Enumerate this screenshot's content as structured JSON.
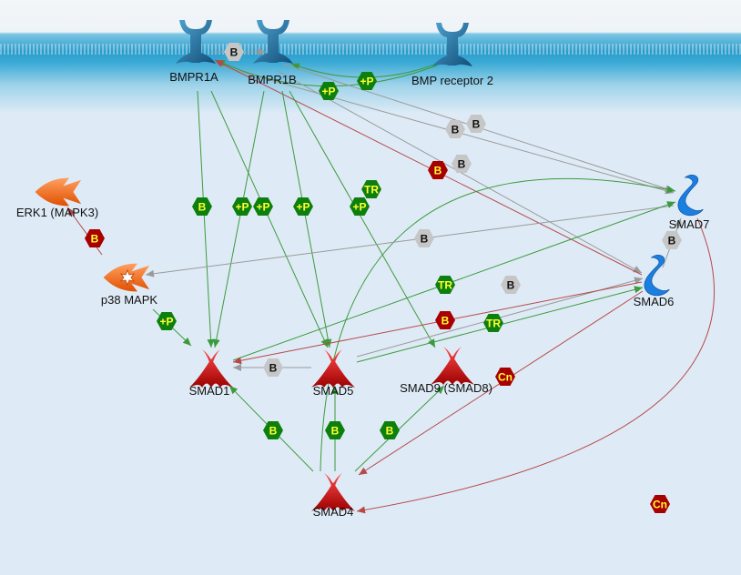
{
  "colors": {
    "background": "#deebf6",
    "membrane": "#3aa4cf",
    "activation": "#3c9a3c",
    "inhibition": "#b84848",
    "binding": "#9a9a9a",
    "badge_green": "#0d7f0d",
    "badge_red": "#a80000",
    "badge_gray": "#c6c6c6",
    "badge_text_yellow": "#ffff33",
    "receptor_blue": "#1f6e9e",
    "smad_red": "#c00000",
    "inhibitory_smad_blue": "#1a7fe0",
    "kinase_orange": "#f06a10"
  },
  "nodes": [
    {
      "id": "BMPR1A",
      "label": "BMPR1A",
      "kind": "receptor"
    },
    {
      "id": "BMPR1B",
      "label": "BMPR1B",
      "kind": "receptor"
    },
    {
      "id": "BMPR2",
      "label": "BMP receptor 2",
      "kind": "receptor"
    },
    {
      "id": "ERK1",
      "label": "ERK1 (MAPK3)",
      "kind": "kinase"
    },
    {
      "id": "P38",
      "label": "p38 MAPK",
      "kind": "kinase-active"
    },
    {
      "id": "SMAD1",
      "label": "SMAD1",
      "kind": "smad"
    },
    {
      "id": "SMAD5",
      "label": "SMAD5",
      "kind": "smad"
    },
    {
      "id": "SMAD9",
      "label": "SMAD9 (SMAD8)",
      "kind": "smad"
    },
    {
      "id": "SMAD4",
      "label": "SMAD4",
      "kind": "smad"
    },
    {
      "id": "SMAD7",
      "label": "SMAD7",
      "kind": "ismad"
    },
    {
      "id": "SMAD6",
      "label": "SMAD6",
      "kind": "ismad"
    }
  ],
  "edges": [
    {
      "from": "BMPR1A",
      "to": "BMPR1B",
      "label": "B",
      "effect": "binding"
    },
    {
      "from": "BMPR2",
      "to": "BMPR1B",
      "label": "+P",
      "effect": "activation"
    },
    {
      "from": "BMPR2",
      "to": "BMPR1A",
      "label": "+P",
      "effect": "activation"
    },
    {
      "from": "BMPR1B",
      "to": "SMAD7",
      "label": "B",
      "effect": "binding"
    },
    {
      "from": "BMPR1A",
      "to": "SMAD7",
      "label": "B",
      "effect": "binding"
    },
    {
      "from": "BMPR1B",
      "to": "SMAD6",
      "label": "B",
      "effect": "binding"
    },
    {
      "from": "SMAD6",
      "to": "BMPR1A",
      "label": "B",
      "effect": "inhibition"
    },
    {
      "from": "BMPR1A",
      "to": "SMAD1",
      "label": "B",
      "effect": "activation"
    },
    {
      "from": "BMPR1B",
      "to": "SMAD1",
      "label": "+P",
      "effect": "activation"
    },
    {
      "from": "BMPR1A",
      "to": "SMAD5",
      "label": "+P",
      "effect": "activation"
    },
    {
      "from": "BMPR1B",
      "to": "SMAD5",
      "label": "+P",
      "effect": "activation"
    },
    {
      "from": "BMPR1B",
      "to": "SMAD9",
      "label": "+P",
      "effect": "activation"
    },
    {
      "from": "SMAD4",
      "to": "SMAD7",
      "label": "TR",
      "effect": "activation"
    },
    {
      "from": "SMAD7",
      "to": "P38",
      "label": "B",
      "effect": "binding"
    },
    {
      "from": "P38",
      "to": "ERK1",
      "label": "B",
      "effect": "inhibition"
    },
    {
      "from": "P38",
      "to": "SMAD1",
      "label": "+P",
      "effect": "activation"
    },
    {
      "from": "SMAD1",
      "to": "SMAD7",
      "label": "TR",
      "effect": "activation"
    },
    {
      "from": "SMAD5",
      "to": "SMAD6",
      "label": "B",
      "effect": "binding"
    },
    {
      "from": "SMAD6",
      "to": "SMAD1",
      "label": "B",
      "effect": "inhibition"
    },
    {
      "from": "SMAD5",
      "to": "SMAD6",
      "label": "TR",
      "effect": "activation"
    },
    {
      "from": "SMAD5",
      "to": "SMAD1",
      "label": "B",
      "effect": "binding"
    },
    {
      "from": "SMAD6",
      "to": "SMAD4",
      "label": "Cn",
      "effect": "inhibition"
    },
    {
      "from": "SMAD4",
      "to": "SMAD1",
      "label": "B",
      "effect": "activation"
    },
    {
      "from": "SMAD4",
      "to": "SMAD5",
      "label": "B",
      "effect": "activation"
    },
    {
      "from": "SMAD4",
      "to": "SMAD9",
      "label": "B",
      "effect": "activation"
    },
    {
      "from": "SMAD7",
      "to": "SMAD4",
      "label": "Cn",
      "effect": "inhibition"
    },
    {
      "from": "SMAD6",
      "to": "SMAD7",
      "label": "B",
      "effect": "binding"
    }
  ]
}
